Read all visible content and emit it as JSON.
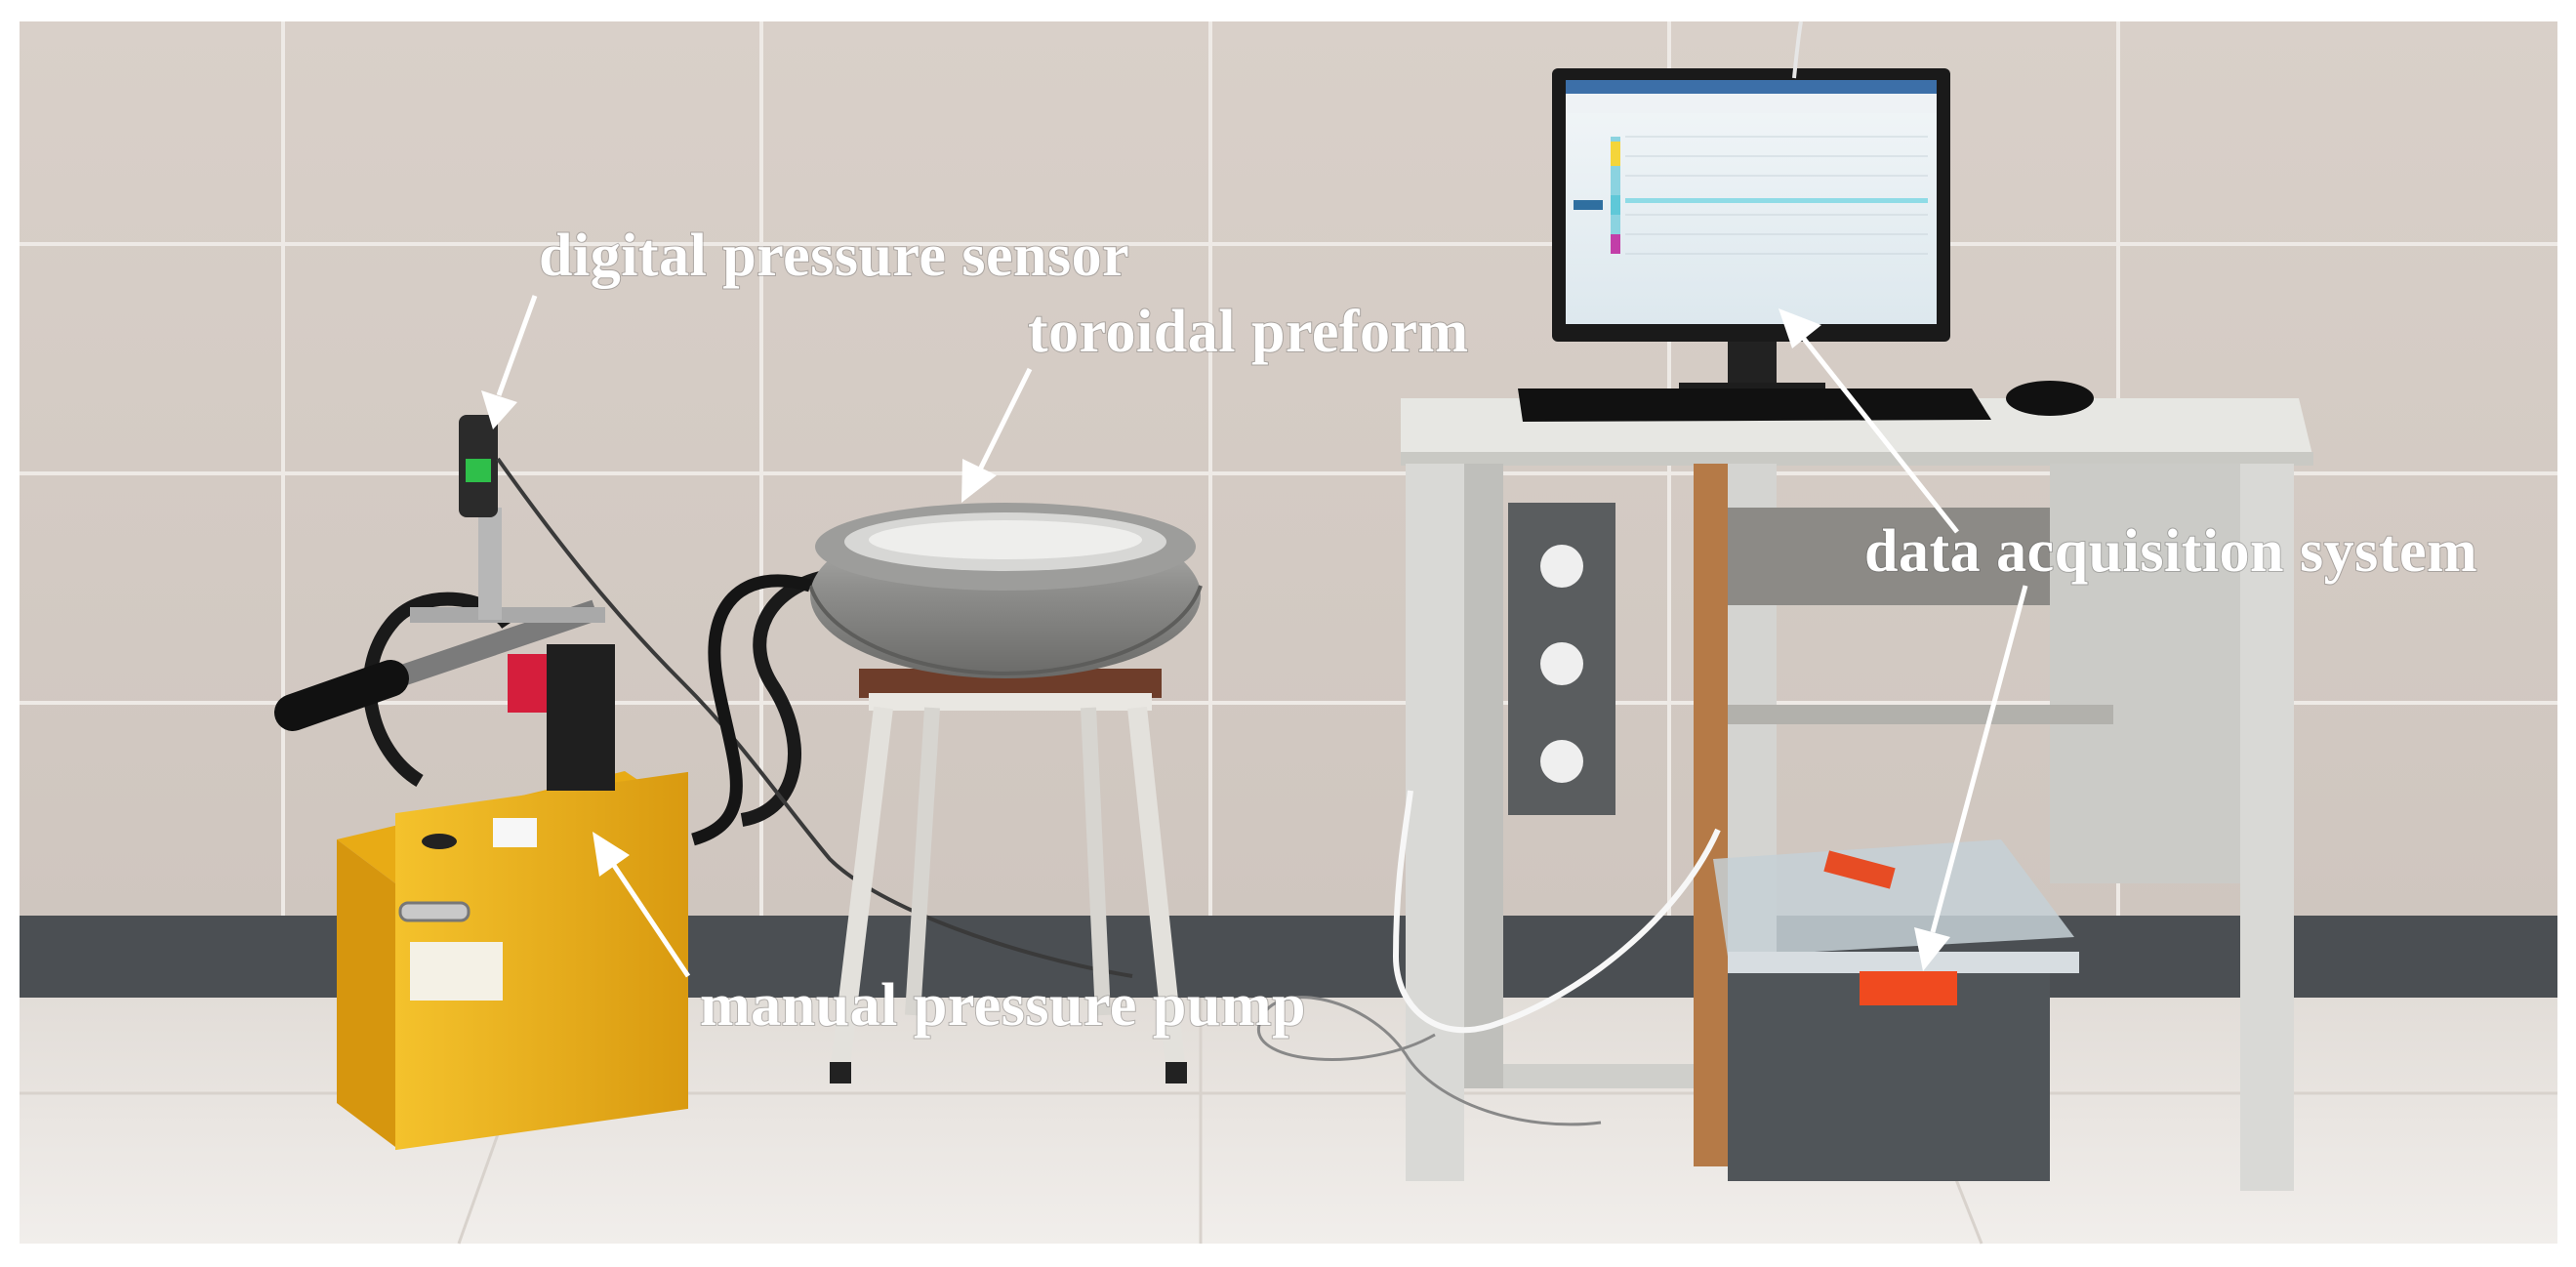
{
  "labels": {
    "digital_pressure_sensor": "digital pressure sensor",
    "toroidal_preform": "toroidal preform",
    "data_acquisition_system": "data acquisition system",
    "manual_pressure_pump": "manual pressure pump"
  },
  "colors": {
    "wall_tile": "#d6cdc6",
    "floor_tile": "#ece8e4",
    "skirting": "#4b4f53",
    "pump_body": "#f0b51a",
    "desk": "#d9d9d6",
    "monitor_screen": "#e9f0f3",
    "annotation_text": "#ffffff"
  }
}
